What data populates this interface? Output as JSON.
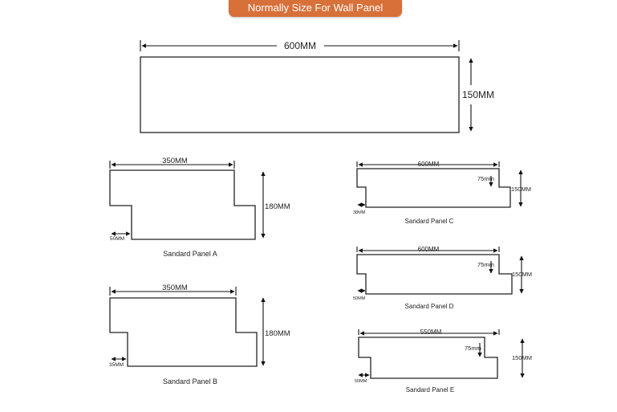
{
  "header": {
    "title": "Normally Size For Wall Panel"
  },
  "panels": {
    "main": {
      "width": "600MM",
      "height": "150MM"
    },
    "a": {
      "name": "Sandard Panel A",
      "width": "350MM",
      "height": "180MM",
      "step": "50MM"
    },
    "b": {
      "name": "Sandard Panel B",
      "width": "350MM",
      "height": "180MM",
      "step": "35MM"
    },
    "c": {
      "name": "Sandard Panel C",
      "width": "600MM",
      "height": "150MM",
      "notch": "75mm",
      "step": "38MM"
    },
    "d": {
      "name": "Sandard Panel D",
      "width": "600MM",
      "height": "150MM",
      "notch": "75mm",
      "step": "50MM"
    },
    "e": {
      "name": "Sandard Panel E",
      "width": "550MM",
      "height": "150MM",
      "notch": "75mm",
      "step": "50MM"
    }
  },
  "colors": {
    "banner": "#d8703a",
    "line": "#222222"
  }
}
